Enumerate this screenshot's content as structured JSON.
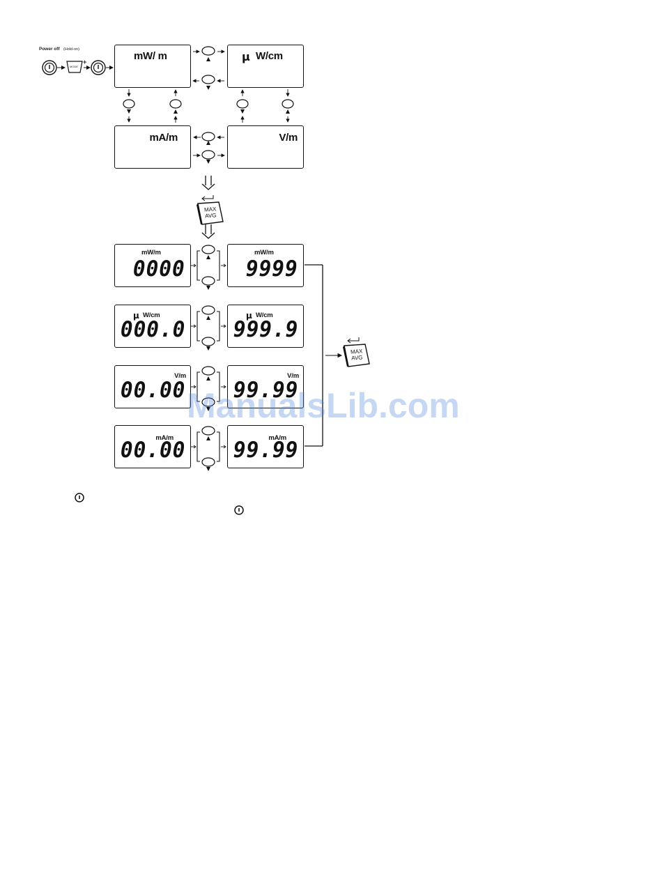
{
  "power_off_label": "Power off",
  "hold_on_label": "(Hold-on)",
  "mode_key_label": "MODE",
  "plus_label": "+",
  "max_avg_key": {
    "line1": "MAX",
    "line2": "AVG"
  },
  "unit_displays": {
    "top_left": "mW/ m",
    "top_right_prefix": "μ",
    "top_right": "W/cm",
    "bottom_left": "mA/m",
    "bottom_right": "V/m"
  },
  "range_rows": [
    {
      "unit": "mW/m",
      "prefix": "",
      "min": "0000",
      "max": "9999"
    },
    {
      "unit": "W/cm",
      "prefix": "μ",
      "min": "000.0",
      "max": "999.9"
    },
    {
      "unit": "V/m",
      "prefix": "",
      "min": "00.00",
      "max": "99.99"
    },
    {
      "unit": "mA/m",
      "prefix": "",
      "min": "00.00",
      "max": "99.99"
    }
  ],
  "watermark": "ManualsLib.com"
}
